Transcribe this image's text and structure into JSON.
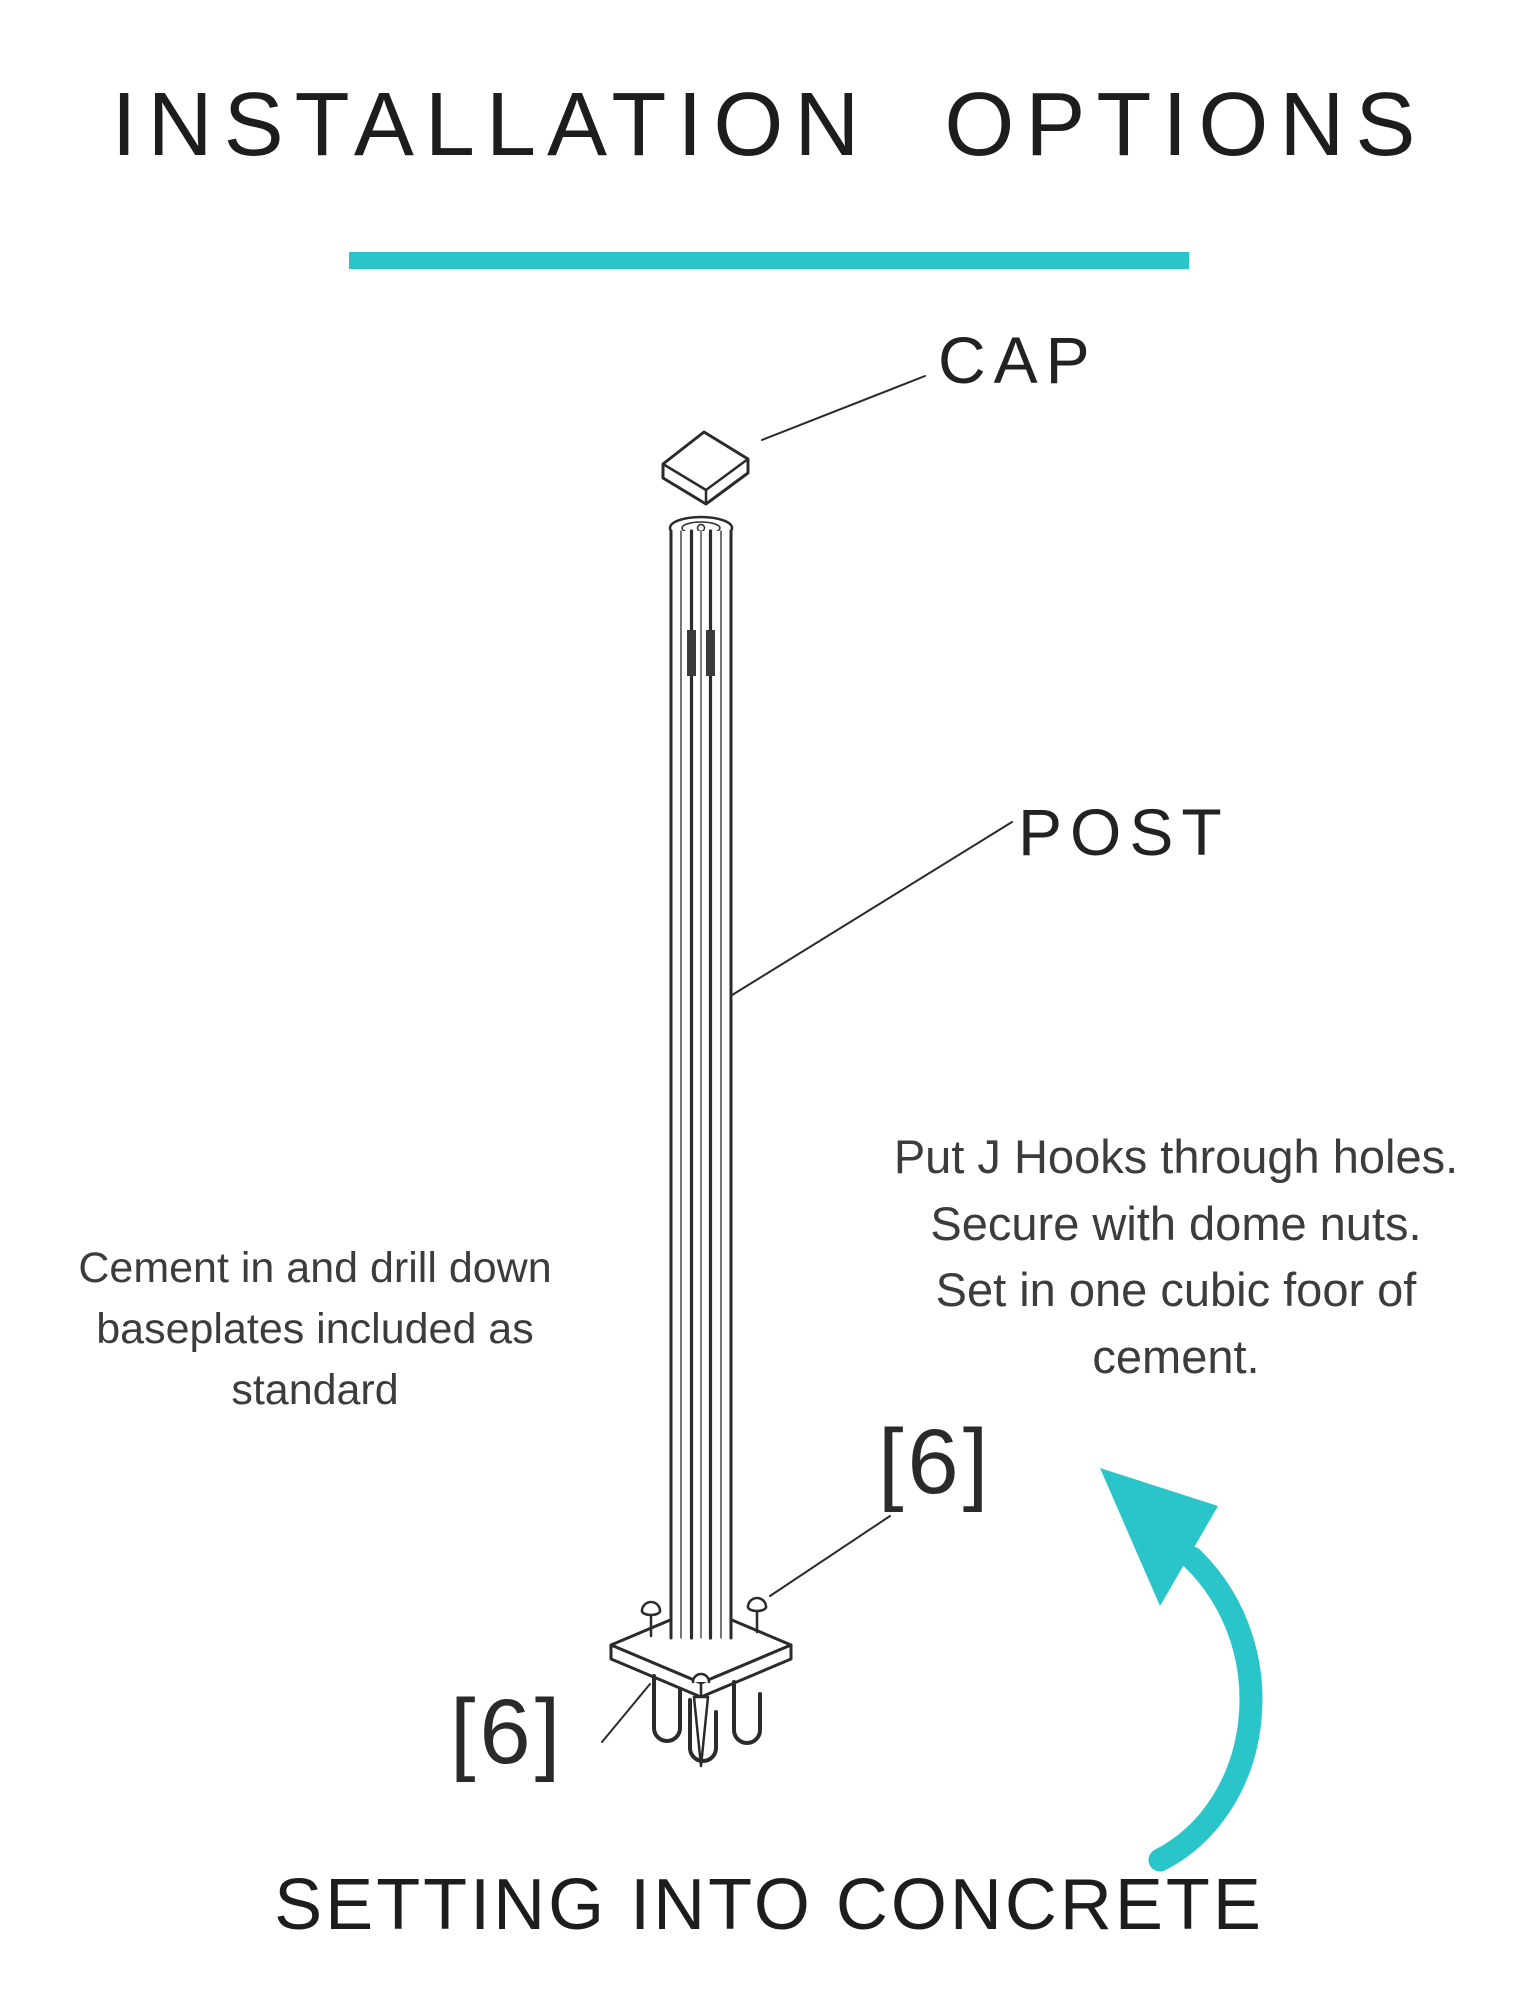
{
  "accent_color": "#29c5c9",
  "line_color": "#2b2b2b",
  "title": "INSTALLATION OPTIONS",
  "callouts": {
    "cap": "CAP",
    "post": "POST",
    "qty_right": "[6]",
    "qty_left": "[6]"
  },
  "notes": {
    "left": {
      "lines": [
        "Cement in and drill down",
        "baseplates included as",
        "standard"
      ]
    },
    "right": {
      "lines": [
        "Put J Hooks through holes.",
        "Secure with dome nuts.",
        "Set in one cubic foor of",
        "cement."
      ]
    }
  },
  "footer": "SETTING INTO CONCRETE"
}
